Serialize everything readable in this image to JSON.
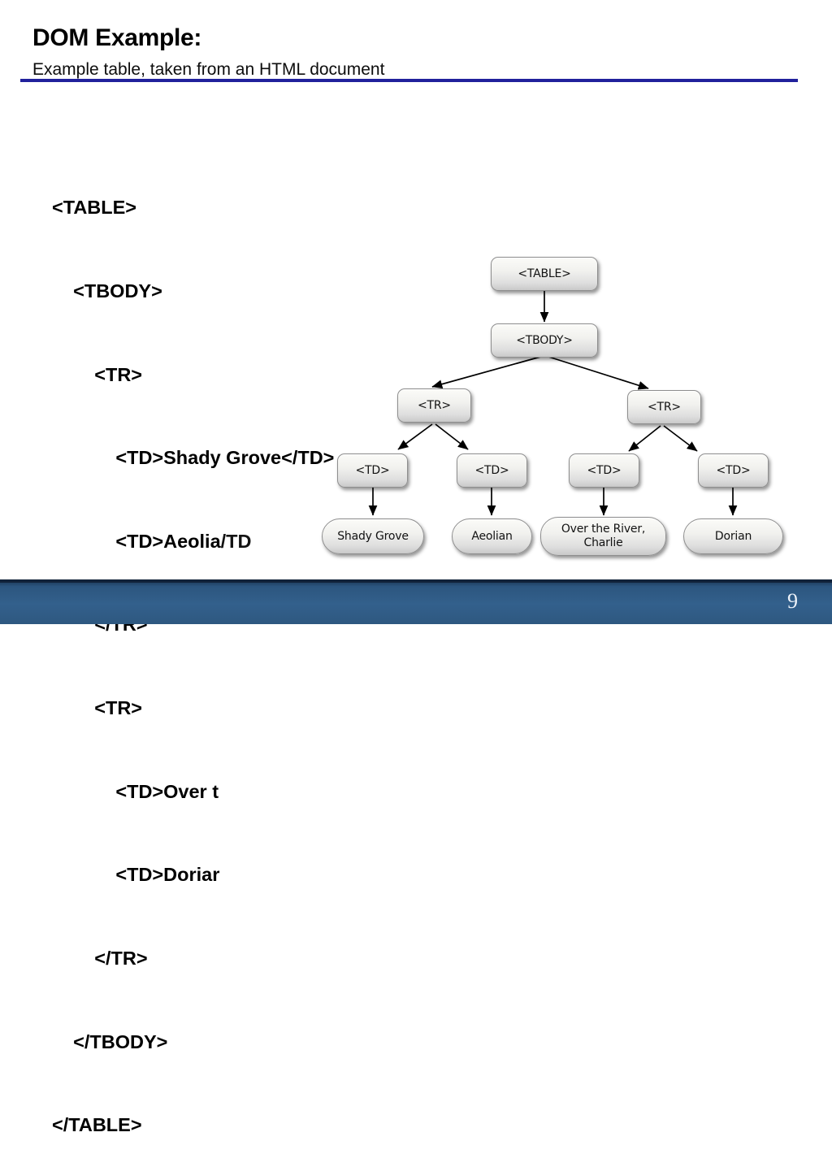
{
  "slide": {
    "title": "DOM Example:",
    "subtitle": "Example table, taken from an HTML document",
    "page_number": "9",
    "rule_color": "#21219c",
    "footer_color": "#2e5880",
    "background_color": "#ffffff"
  },
  "code": {
    "lines": [
      {
        "indent": 0,
        "text": "<TABLE>"
      },
      {
        "indent": 1,
        "text": "<TBODY>"
      },
      {
        "indent": 2,
        "text": "<TR>"
      },
      {
        "indent": 3,
        "text": "<TD>Shady Grove</TD>"
      },
      {
        "indent": 3,
        "text": "<TD>Aeolia",
        "clipped_tail": "/TD"
      },
      {
        "indent": 2,
        "text": "</TR>"
      },
      {
        "indent": 2,
        "text": "<TR>"
      },
      {
        "indent": 3,
        "text": "<TD>Over t"
      },
      {
        "indent": 3,
        "text": "<TD>Doriar"
      },
      {
        "indent": 2,
        "text": "</TR>"
      },
      {
        "indent": 1,
        "text": "</TBODY>"
      },
      {
        "indent": 0,
        "text": "</TABLE>"
      }
    ]
  },
  "diagram": {
    "type": "tree",
    "nodes": {
      "table": "<TABLE>",
      "tbody": "<TBODY>",
      "tr_left": "<TR>",
      "tr_right": "<TR>",
      "td_1": "<TD>",
      "td_2": "<TD>",
      "td_3": "<TD>",
      "td_4": "<TD>",
      "leaf_1": "Shady Grove",
      "leaf_2": "Aeolian",
      "leaf_3_line1": "Over the River,",
      "leaf_3_line2": "Charlie",
      "leaf_4": "Dorian"
    },
    "edges": [
      {
        "from": "table",
        "to": "tbody"
      },
      {
        "from": "tbody",
        "to": "tr_left"
      },
      {
        "from": "tbody",
        "to": "tr_right"
      },
      {
        "from": "tr_left",
        "to": "td_1"
      },
      {
        "from": "tr_left",
        "to": "td_2"
      },
      {
        "from": "tr_right",
        "to": "td_3"
      },
      {
        "from": "tr_right",
        "to": "td_4"
      },
      {
        "from": "td_1",
        "to": "leaf_1"
      },
      {
        "from": "td_2",
        "to": "leaf_2"
      },
      {
        "from": "td_3",
        "to": "leaf_3"
      },
      {
        "from": "td_4",
        "to": "leaf_4"
      }
    ]
  }
}
